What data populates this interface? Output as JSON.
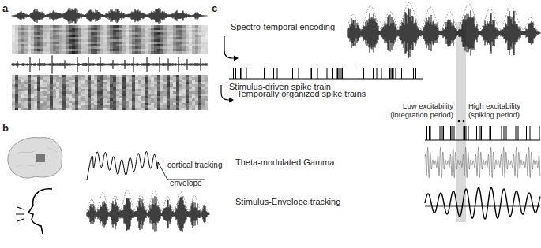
{
  "diagram": {
    "labels": [
      "a",
      "b",
      "cortical tracking",
      "envelope",
      "c",
      "Spectro-temporal encoding",
      "Stimulus-driven spike train",
      "Temporally organized spike trains",
      "Low excitability (integration period)",
      "High excitability (spiking period)",
      "Theta-modulated Gamma",
      "Stimulus-Envelope tracking"
    ]
  }
}
